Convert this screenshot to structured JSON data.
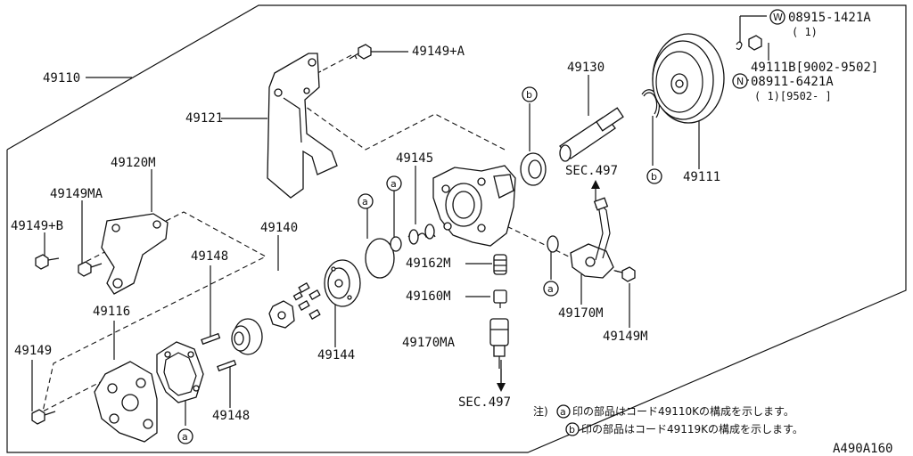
{
  "labels": {
    "p49110": "49110",
    "p49121": "49121",
    "p49149A": "49149+A",
    "p49120M": "49120M",
    "p49149MA": "49149MA",
    "p49149B": "49149+B",
    "p49140": "49140",
    "p49148a": "49148",
    "p49148b": "49148",
    "p49116": "49116",
    "p49149": "49149",
    "p49144": "49144",
    "p49145": "49145",
    "p49162M": "49162M",
    "p49160M": "49160M",
    "p49170MA": "49170MA",
    "p49130": "49130",
    "p49111": "49111",
    "p49170M": "49170M",
    "p49149M": "49149M",
    "sec497a": "SEC.497",
    "sec497b": "SEC.497",
    "w08915": "08915-1421A",
    "w08915qty": "( 1)",
    "p49111B": "49111B[9002-9502]",
    "n08911": "08911-6421A",
    "n08911qty": "( 1)[9502-      ]",
    "diagram_code": "A490A160"
  },
  "markers": {
    "a": "a",
    "b": "b",
    "w": "W",
    "n": "N"
  },
  "notes": {
    "prefix": "注)",
    "line1": "印の部品はコード49110Kの構成を示します。",
    "line2": "印の部品はコード49119Kの構成を示します。"
  }
}
